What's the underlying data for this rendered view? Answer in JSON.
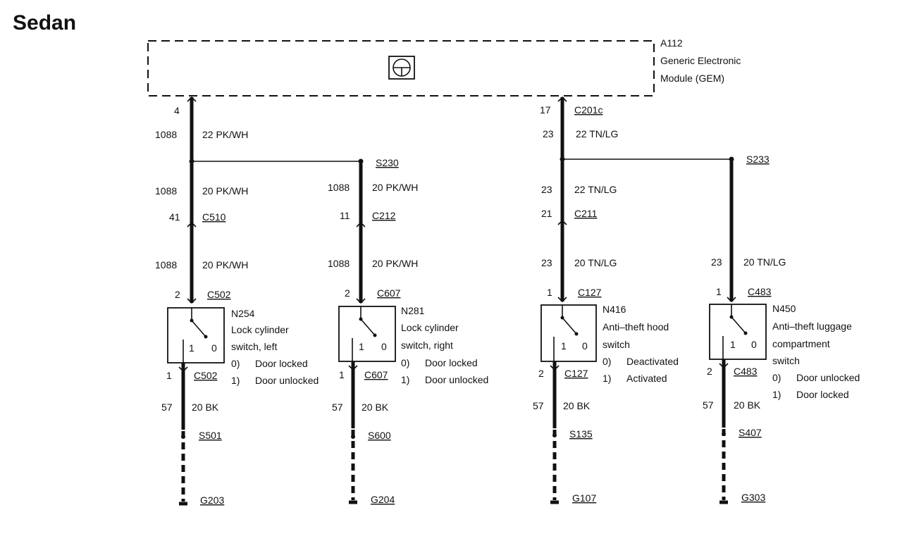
{
  "title": "Sedan",
  "module": {
    "ref": "A112",
    "name_line1": "Generic Electronic",
    "name_line2": "Module (GEM)",
    "icon": "steering-wheel-icon"
  },
  "gem_pins": {
    "left": {
      "pin": "4",
      "circuit": "1088",
      "wire": "22 PK/WH"
    },
    "right": {
      "pin": "17",
      "connector": "C201c",
      "circuit": "23",
      "wire": "22 TN/LG"
    }
  },
  "splices": {
    "left": "S230",
    "right": "S233"
  },
  "branches": [
    {
      "upper": {
        "circuit": "1088",
        "wire": "20 PK/WH",
        "pin": "41",
        "connector": "C510"
      },
      "lower": {
        "circuit": "1088",
        "wire": "20 PK/WH"
      },
      "switch_in": {
        "pin": "2",
        "connector": "C502"
      },
      "switch": {
        "ref": "N254",
        "line1": "Lock cylinder",
        "line2": "switch, left",
        "pos1": "1",
        "pos0": "0"
      },
      "states": [
        {
          "key": "0)",
          "text": "Door locked"
        },
        {
          "key": "1)",
          "text": "Door unlocked"
        }
      ],
      "switch_out": {
        "pin": "1",
        "connector": "C502"
      },
      "ground_wire": {
        "circuit": "57",
        "wire": "20 BK"
      },
      "splice": "S501",
      "ground": "G203"
    },
    {
      "upper": {
        "circuit": "1088",
        "wire": "20 PK/WH",
        "pin": "11",
        "connector": "C212"
      },
      "lower": {
        "circuit": "1088",
        "wire": "20 PK/WH"
      },
      "switch_in": {
        "pin": "2",
        "connector": "C607"
      },
      "switch": {
        "ref": "N281",
        "line1": "Lock cylinder",
        "line2": "switch, right",
        "pos1": "1",
        "pos0": "0"
      },
      "states": [
        {
          "key": "0)",
          "text": "Door locked"
        },
        {
          "key": "1)",
          "text": "Door unlocked"
        }
      ],
      "switch_out": {
        "pin": "1",
        "connector": "C607"
      },
      "ground_wire": {
        "circuit": "57",
        "wire": "20 BK"
      },
      "splice": "S600",
      "ground": "G204"
    },
    {
      "upper": {
        "circuit": "23",
        "wire": "22 TN/LG",
        "pin": "21",
        "connector": "C211"
      },
      "lower": {
        "circuit": "23",
        "wire": "20 TN/LG"
      },
      "switch_in": {
        "pin": "1",
        "connector": "C127"
      },
      "switch": {
        "ref": "N416",
        "line1": "Anti–theft hood",
        "line2": "switch",
        "pos1": "1",
        "pos0": "0"
      },
      "states": [
        {
          "key": "0)",
          "text": "Deactivated"
        },
        {
          "key": "1)",
          "text": "Activated"
        }
      ],
      "switch_out": {
        "pin": "2",
        "connector": "C127"
      },
      "ground_wire": {
        "circuit": "57",
        "wire": "20 BK"
      },
      "splice": "S135",
      "ground": "G107"
    },
    {
      "lower": {
        "circuit": "23",
        "wire": "20 TN/LG"
      },
      "switch_in": {
        "pin": "1",
        "connector": "C483"
      },
      "switch": {
        "ref": "N450",
        "line1": "Anti–theft luggage",
        "line2": "compartment",
        "line3": "switch",
        "pos1": "1",
        "pos0": "0"
      },
      "states": [
        {
          "key": "0)",
          "text": "Door unlocked"
        },
        {
          "key": "1)",
          "text": "Door locked"
        }
      ],
      "switch_out": {
        "pin": "2",
        "connector": "C483"
      },
      "ground_wire": {
        "circuit": "57",
        "wire": "20 BK"
      },
      "splice": "S407",
      "ground": "G303"
    }
  ]
}
